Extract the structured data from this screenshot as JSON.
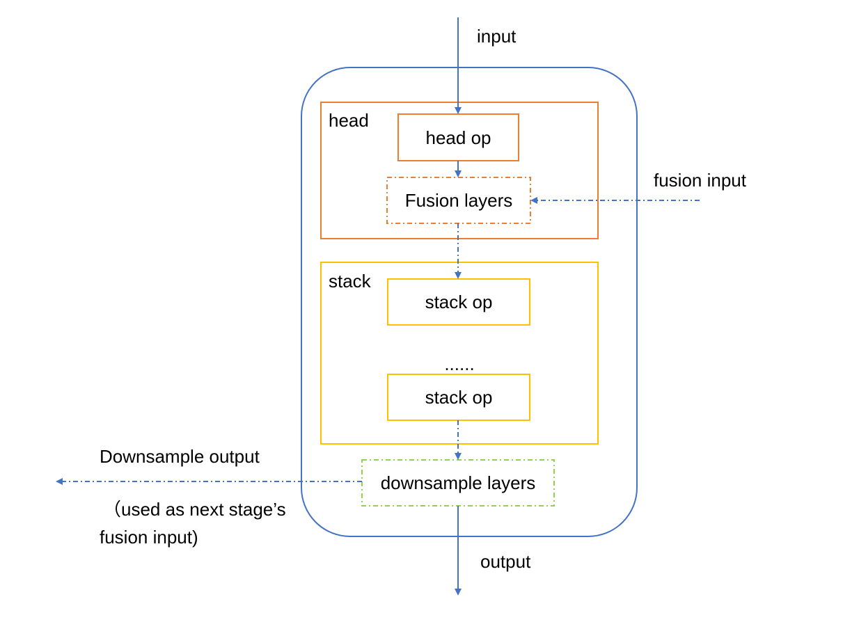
{
  "labels": {
    "input": "input",
    "output": "output",
    "fusion_input": "fusion input",
    "downsample_output": "Downsample output",
    "downsample_note_line1": "（used as next stage’s",
    "downsample_note_line2": "fusion input)",
    "ellipsis": "......"
  },
  "groups": {
    "head": {
      "title": "head",
      "op": "head op",
      "fusion": "Fusion layers"
    },
    "stack": {
      "title": "stack",
      "op1": "stack op",
      "op2": "stack op"
    },
    "downsample": "downsample layers"
  },
  "colors": {
    "blue": "#4472C4",
    "orange": "#ED7D31",
    "yellow": "#FFC000",
    "green": "#92D050"
  }
}
